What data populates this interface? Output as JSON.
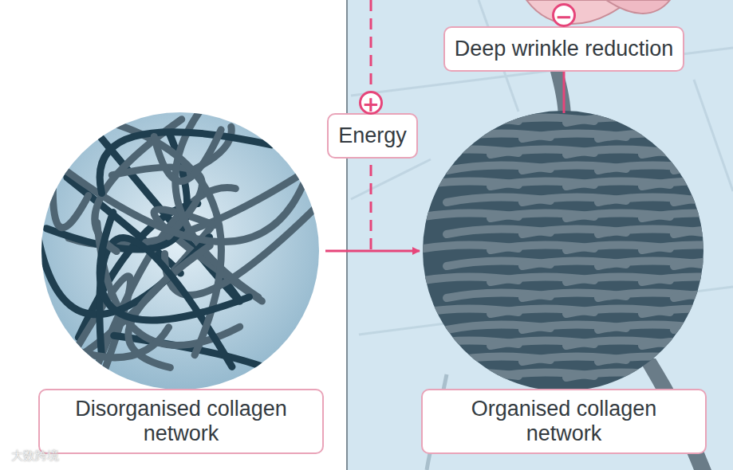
{
  "diagram": {
    "nodes": [
      {
        "text": [
          "Disorganised collagen network"
        ]
      },
      {
        "text": [
          "Energy"
        ]
      },
      {
        "text": [
          "Deep wrinkle reduction"
        ]
      },
      {
        "text": [
          "Organised collagen network"
        ]
      }
    ],
    "edges": [
      {
        "from": 0,
        "to": 3,
        "arrow": "to"
      },
      {
        "from": 3,
        "to": 2,
        "arrow": "none"
      }
    ],
    "labels": [
      "+",
      "−",
      "大数跨境"
    ]
  }
}
